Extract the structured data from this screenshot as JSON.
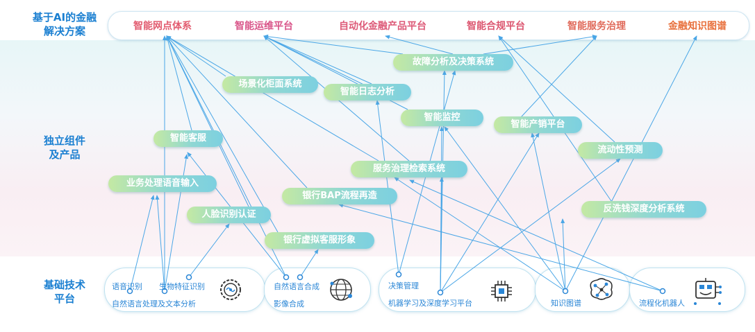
{
  "rows": {
    "solutions": [
      "基于AI的金融",
      "解决方案"
    ],
    "components": [
      "独立组件",
      "及产品"
    ],
    "base": [
      "基础技术",
      "平台"
    ]
  },
  "platforms": [
    {
      "label": "智能网点体系",
      "color": "#e25b6f"
    },
    {
      "label": "智能运维平台",
      "color": "#d9568a"
    },
    {
      "label": "自动化金融产品平台",
      "color": "#dd5a78"
    },
    {
      "label": "智能合规平台",
      "color": "#dc5670"
    },
    {
      "label": "智能服务治理",
      "color": "#e06a5a"
    },
    {
      "label": "金融知识图谱",
      "color": "#e8703c"
    }
  ],
  "components": [
    "故障分析及决策系统",
    "场景化柜面系统",
    "智能日志分析",
    "智能监控",
    "智能产销平台",
    "智能客服",
    "流动性预测",
    "服务治理检索系统",
    "业务处理语音输入",
    "银行BAP流程再造",
    "人脸识别认证",
    "反洗钱深度分析系统",
    "银行虚拟客服形象"
  ],
  "tech": [
    "语音识别",
    "生物特征识别",
    "自然语言处理及文本分析",
    "自然语言合成",
    "影像合成",
    "决策管理",
    "机器学习及深度学习平台",
    "知识图谱",
    "流程化机器人"
  ],
  "icons": [
    "brain-gear-icon",
    "globe-network-icon",
    "chip-icon",
    "neural-brain-icon",
    "robot-face-icon"
  ],
  "colors": {
    "accent": "#1a7fd1",
    "link": "#4aa6e6"
  }
}
